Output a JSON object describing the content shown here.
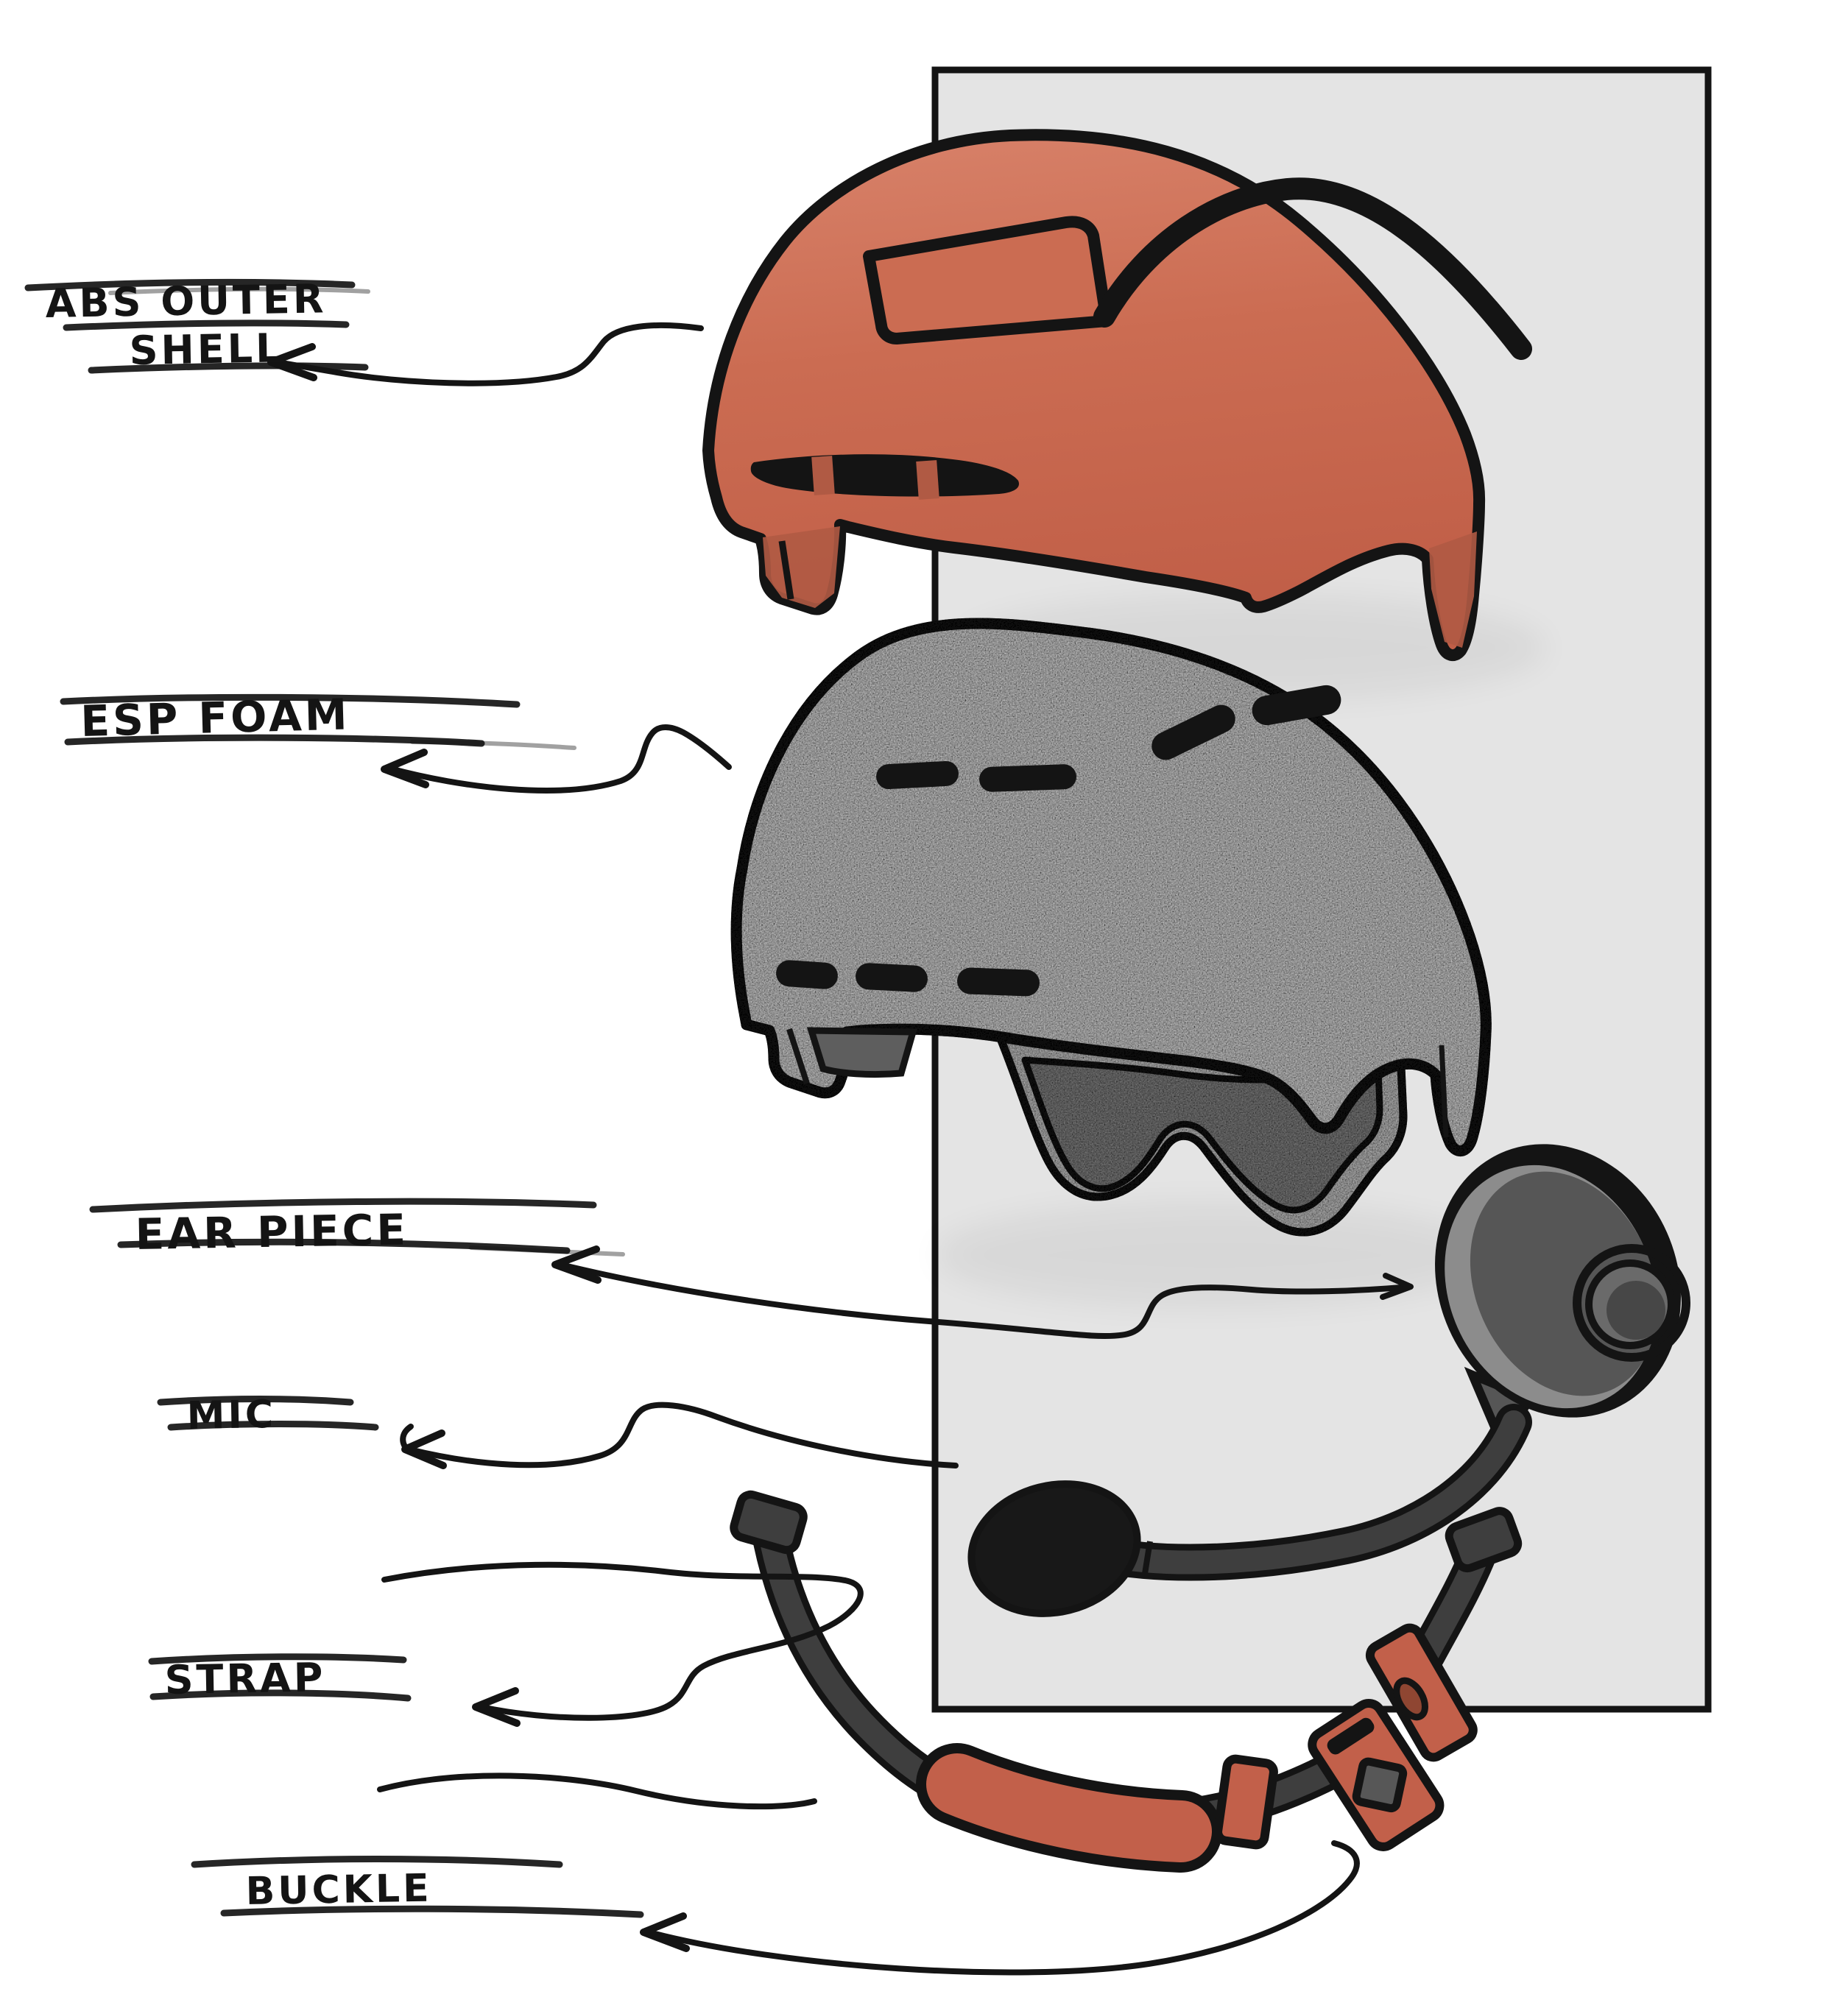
{
  "page": {
    "background_color": "#ffffff"
  },
  "diagram": {
    "kind": "hand-drawn exploded-view sketch",
    "subject": "helmet components",
    "labels": {
      "shell": {
        "line1": "ABS OUTER",
        "line2": "SHELL"
      },
      "foam": {
        "text": "ESP FOAM"
      },
      "ear_piece": {
        "text": "EAR PIECE"
      },
      "mic": {
        "text": "MIC"
      },
      "strap": {
        "text": "STRAP"
      },
      "buckle": {
        "text": "BUCKLE"
      }
    },
    "colors": {
      "page_bg": "#ffffff",
      "ink": "#141414",
      "panel_gray": "#e4e4e4",
      "shell_orange": "#cb6c52",
      "shell_orange_light": "#d8826a",
      "shell_orange_dark": "#b05a44",
      "foam_gray": "#b4b4b4",
      "liner_band_gray": "#a6a6a6",
      "liner_dark_gray": "#6f6f6f",
      "strap_dark": "#3e3e3e",
      "device_gray": "#565656",
      "device_band_gray": "#8c8c8c",
      "accent_orange": "#c2604a"
    }
  }
}
